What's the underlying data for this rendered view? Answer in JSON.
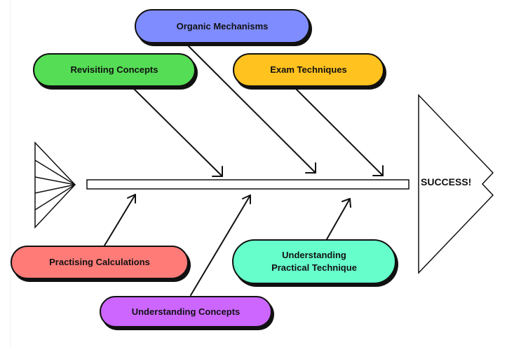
{
  "diagram": {
    "head": "SUCCESS!",
    "causes": {
      "organic": {
        "label": "Organic Mechanisms",
        "color": "#7f8cff"
      },
      "revisiting": {
        "label": "Revisiting Concepts",
        "color": "#55dd55"
      },
      "exam": {
        "label": "Exam Techniques",
        "color": "#ffc21f"
      },
      "calculations": {
        "label": "Practising Calculations",
        "color": "#ff7b78"
      },
      "practical": {
        "label": "Understanding Practical Technique",
        "color": "#66ffcc"
      },
      "concepts": {
        "label": "Understanding Concepts",
        "color": "#cc66ff"
      }
    }
  }
}
